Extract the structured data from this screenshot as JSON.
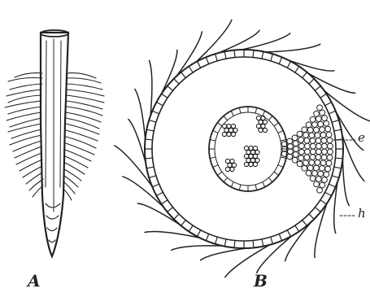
{
  "figure": {
    "panels": [
      {
        "id": "A",
        "label": "A"
      },
      {
        "id": "B",
        "label": "B"
      }
    ],
    "callouts": [
      {
        "id": "e",
        "text": "e"
      },
      {
        "id": "h",
        "text": "h"
      }
    ]
  }
}
